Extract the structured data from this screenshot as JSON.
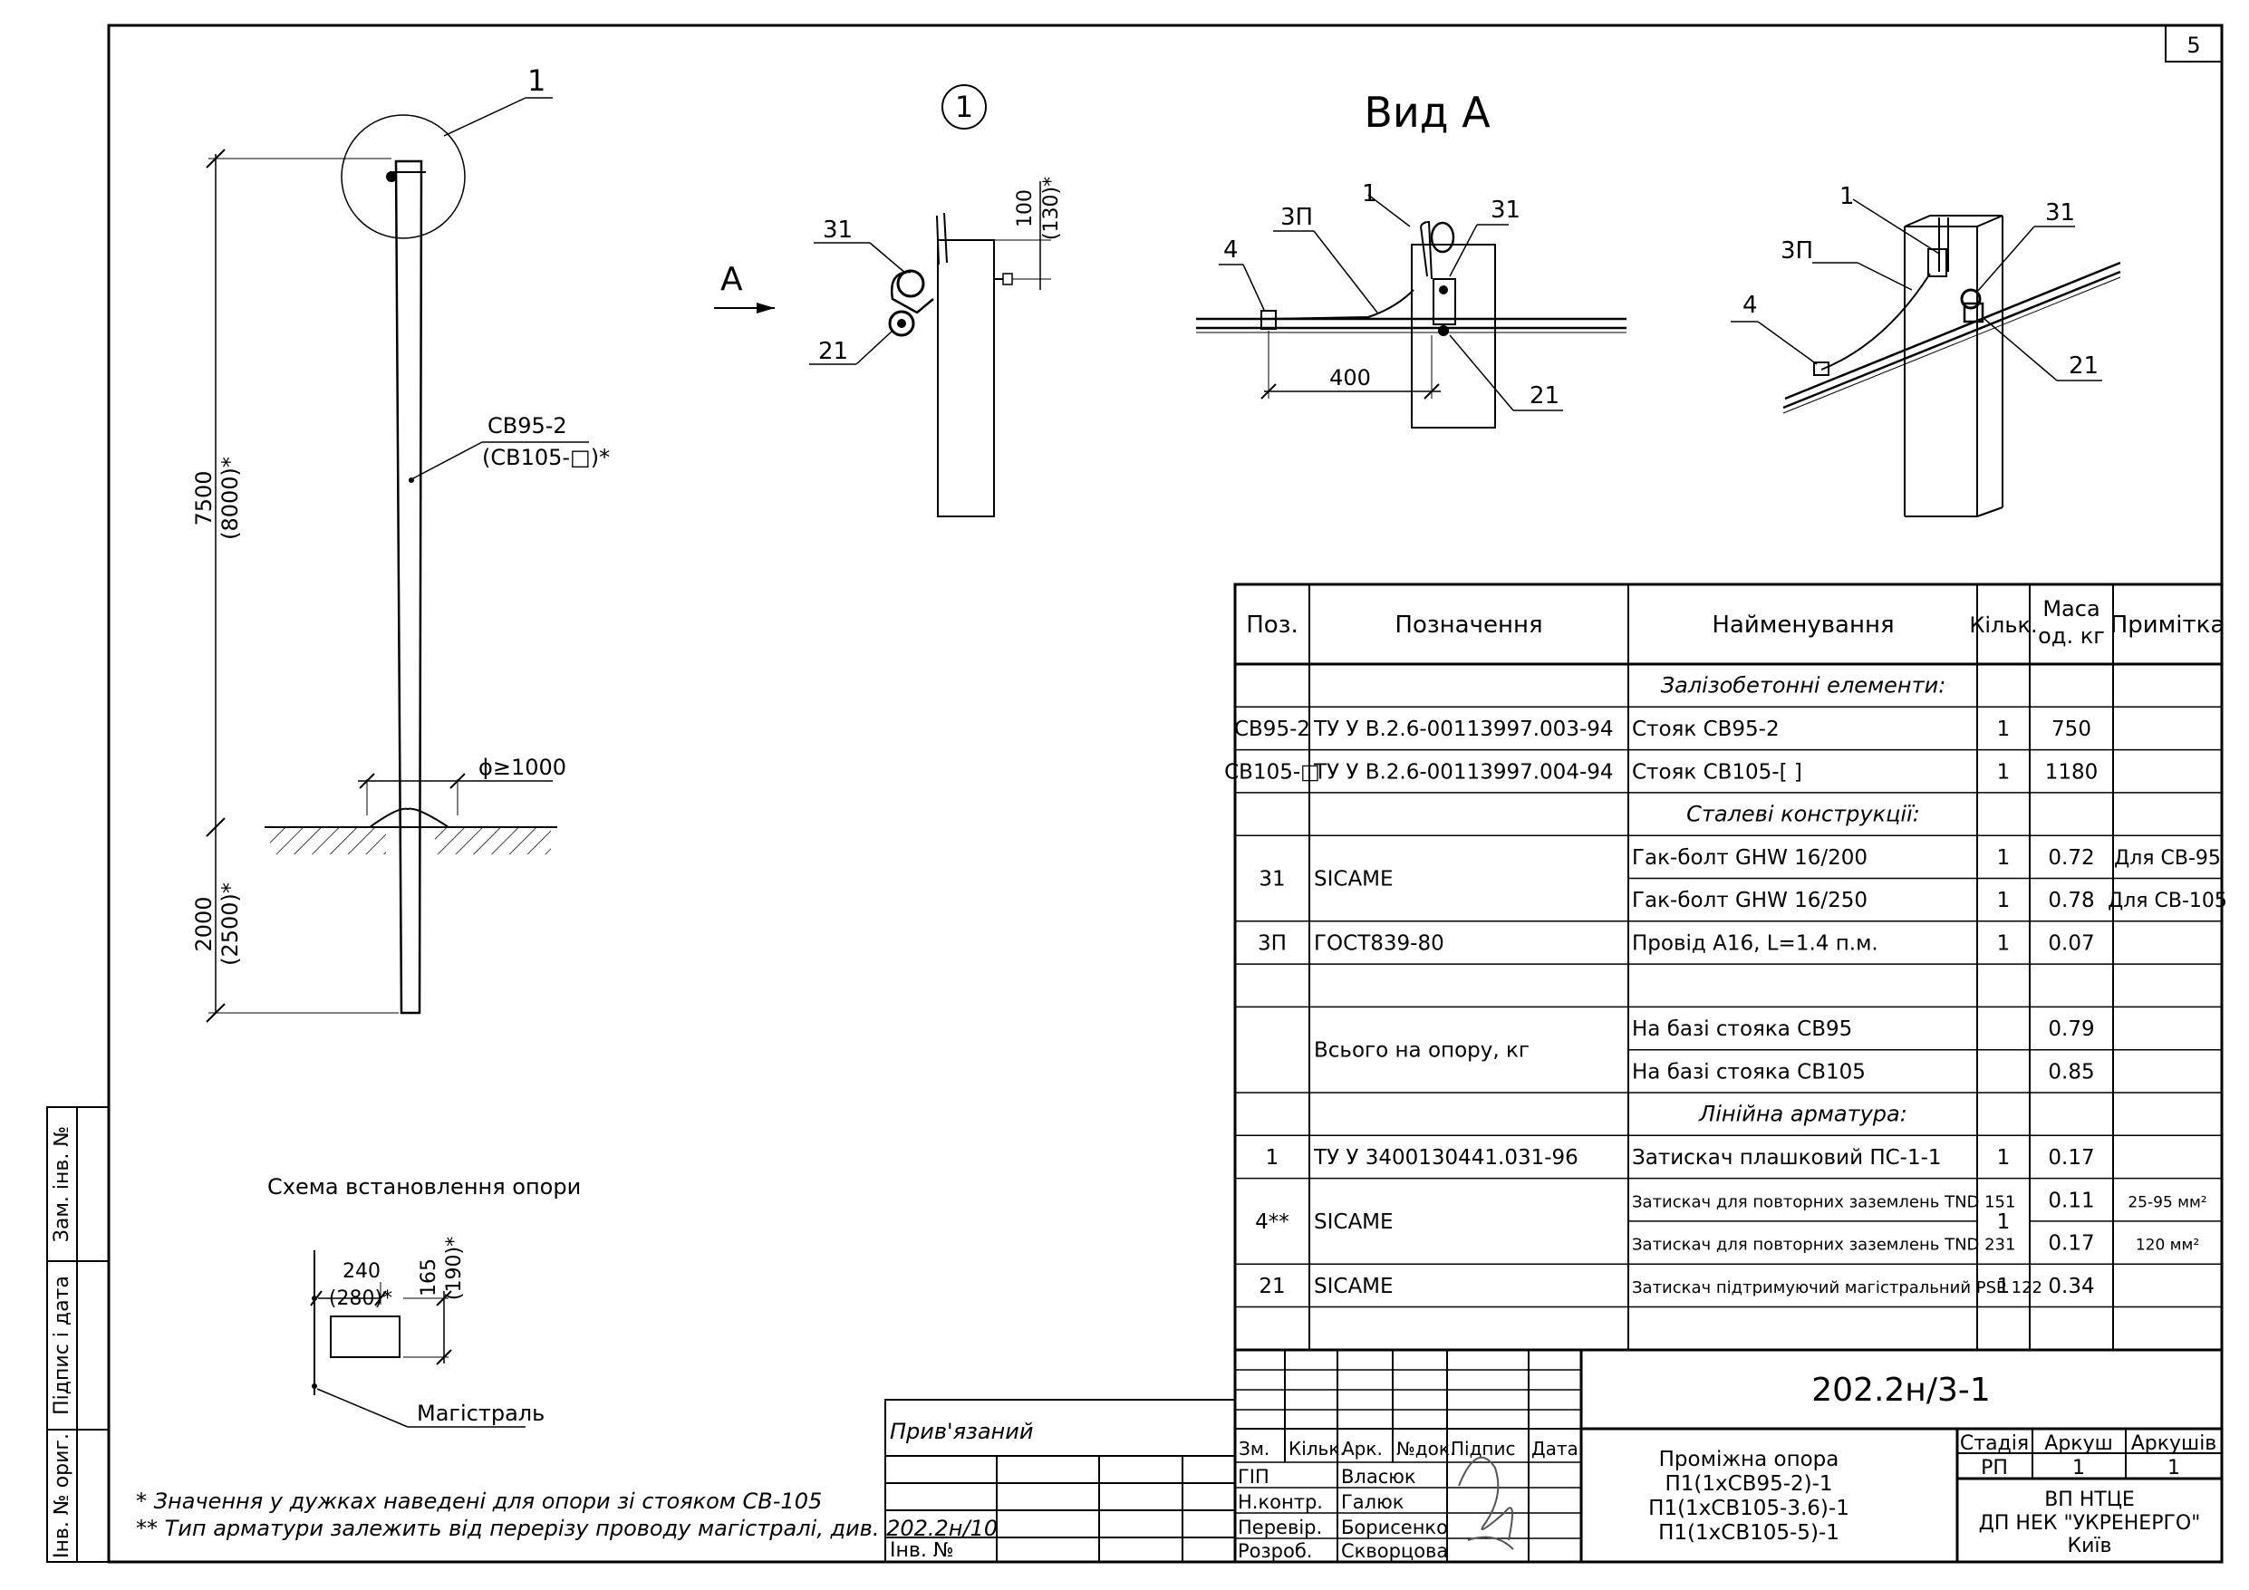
{
  "sheet_number": "5",
  "views": {
    "detail_ref": "1",
    "detail_circle": "1",
    "view_a_title": "Вид А",
    "view_a_arrow": "А"
  },
  "pole": {
    "callout": "1",
    "height_main": "7500",
    "height_alt": "(8000)*",
    "base_main": "2000",
    "base_alt": "(2500)*",
    "type_main": "СВ95-2",
    "type_alt": "(СВ105-□)*",
    "diameter": "ϕ≥1000"
  },
  "detail": {
    "label_31": "31",
    "label_21": "21",
    "dim_main": "100",
    "dim_alt": "(130)*"
  },
  "view_a": {
    "label_3p": "3П",
    "label_1": "1",
    "label_31": "31",
    "label_4": "4",
    "label_21": "21",
    "dim_400": "400"
  },
  "iso": {
    "label_1": "1",
    "label_3p": "3П",
    "label_31": "31",
    "label_4": "4",
    "label_21": "21"
  },
  "scheme": {
    "title": "Схема встановлення опори",
    "dim_w": "240",
    "dim_w_alt": "(280)*",
    "dim_h": "165",
    "dim_h_alt": "(190)*",
    "label_main": "Магістраль"
  },
  "notes": {
    "n1": "* Значення у дужках наведені для опори зі стояком СВ-105",
    "n2": "** Тип арматури залежить від перерізу проводу магістралі, див. 202.2н/10"
  },
  "table": {
    "headers": {
      "pos": "Поз.",
      "designation": "Позначення",
      "name": "Найменування",
      "qty": "Кільк.",
      "mass1": "Маса",
      "mass2": "од. кг",
      "note": "Примітка"
    },
    "rows": [
      {
        "pos": "",
        "des": "",
        "name": "Залізобетонні елементи:",
        "qty": "",
        "mass": "",
        "note": "",
        "section": true
      },
      {
        "pos": "СВ95-2",
        "des": "ТУ У В.2.6-00113997.003-94",
        "name": "Стояк СВ95-2",
        "qty": "1",
        "mass": "750",
        "note": ""
      },
      {
        "pos": "СВ105-□",
        "des": "ТУ У В.2.6-00113997.004-94",
        "name": "Стояк СВ105-[   ]",
        "qty": "1",
        "mass": "1180",
        "note": ""
      },
      {
        "pos": "",
        "des": "",
        "name": "Сталеві конструкції:",
        "qty": "",
        "mass": "",
        "note": "",
        "section": true
      },
      {
        "pos": "31",
        "des": "SICAME",
        "name": "Гак-болт GHW 16/200",
        "qty": "1",
        "mass": "0.72",
        "note": "Для СВ-95"
      },
      {
        "pos": "",
        "des": "",
        "name": "Гак-болт GHW 16/250",
        "qty": "1",
        "mass": "0.78",
        "note": "Для СВ-105"
      },
      {
        "pos": "3П",
        "des": "ГОСТ839-80",
        "name": "Провід А16, L=1.4 п.м.",
        "qty": "1",
        "mass": "0.07",
        "note": ""
      },
      {
        "pos": "",
        "des": "",
        "name": "",
        "qty": "",
        "mass": "",
        "note": ""
      },
      {
        "pos": "",
        "des": "Всього на опору, кг",
        "name": "На базі стояка СВ95",
        "qty": "",
        "mass": "0.79",
        "note": ""
      },
      {
        "pos": "",
        "des": "",
        "name": "На базі стояка СВ105",
        "qty": "",
        "mass": "0.85",
        "note": ""
      },
      {
        "pos": "",
        "des": "",
        "name": "Лінійна арматура:",
        "qty": "",
        "mass": "",
        "note": "",
        "section": true
      },
      {
        "pos": "1",
        "des": "ТУ У 3400130441.031-96",
        "name": "Затискач плашковий ПС-1-1",
        "qty": "1",
        "mass": "0.17",
        "note": ""
      },
      {
        "pos": "4**",
        "des": "SICAME",
        "name": "Затискач для повторних заземлень TND 151",
        "qty": "1",
        "mass": "0.11",
        "note": "25-95 мм²"
      },
      {
        "pos": "",
        "des": "",
        "name": "Затискач для повторних заземлень TND 231",
        "qty": "",
        "mass": "0.17",
        "note": "120 мм²"
      },
      {
        "pos": "21",
        "des": "SICAME",
        "name": "Затискач підтримуючий магістральний PSP 122",
        "qty": "1",
        "mass": "0.34",
        "note": ""
      },
      {
        "pos": "",
        "des": "",
        "name": "",
        "qty": "",
        "mass": "",
        "note": ""
      }
    ]
  },
  "stamp": {
    "code": "202.2н/3-1",
    "privyazaniy": "Прив'язаний",
    "inv_no": "Інв. №",
    "cols": [
      "Зм.",
      "Кільк.",
      "Арк.",
      "№док.",
      "Підпис",
      "Дата"
    ],
    "roles": [
      {
        "role": "ГІП",
        "name": "Власюк"
      },
      {
        "role": "Н.контр.",
        "name": "Галюк"
      },
      {
        "role": "Перевір.",
        "name": "Борисенко"
      },
      {
        "role": "Розроб.",
        "name": "Скворцова"
      }
    ],
    "title_lines": [
      "Проміжна опора",
      "П1(1хСВ95-2)-1",
      "П1(1хСВ105-3.6)-1",
      "П1(1хСВ105-5)-1"
    ],
    "stage_label": "Стадія",
    "sheet_label": "Аркуш",
    "sheets_label": "Аркушів",
    "stage": "РП",
    "sheet": "1",
    "sheets": "1",
    "org_lines": [
      "ВП НТЦЕ",
      "ДП НЕК \"УКРЕНЕРГО\"",
      "Київ"
    ]
  },
  "side_stamp": {
    "zam": "Зам. інв. №",
    "pidpys": "Підпис і дата",
    "inv": "Інв. № ориг."
  }
}
